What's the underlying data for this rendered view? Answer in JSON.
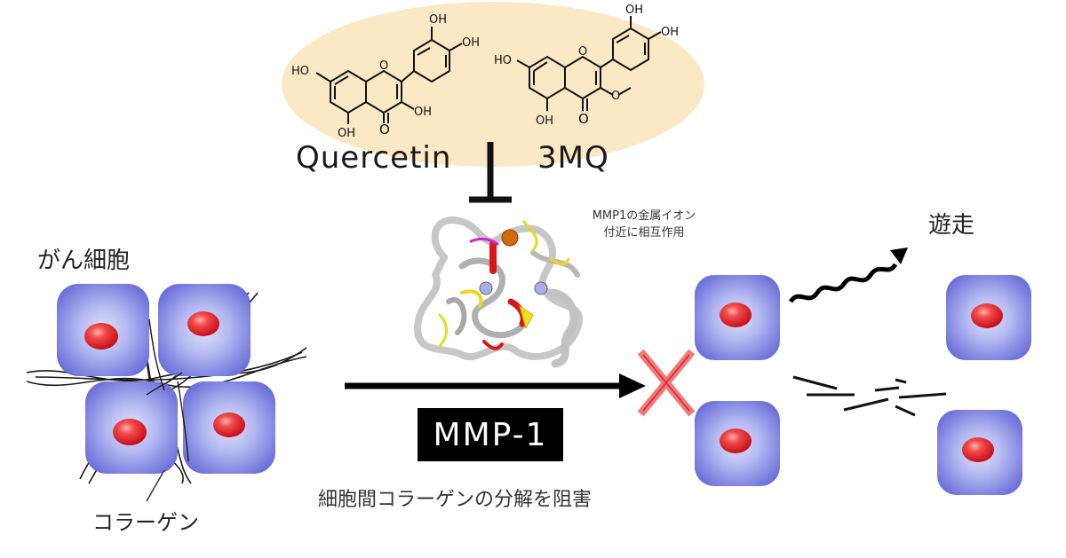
{
  "molecules": [
    {
      "name": "Quercetin",
      "oh_labels": [
        "OH",
        "OH",
        "HO",
        "OH",
        "OH"
      ]
    },
    {
      "name": "3MQ",
      "oh_labels": [
        "OH",
        "OH",
        "HO",
        "OH"
      ]
    }
  ],
  "labels": {
    "cancer_cells": "がん細胞",
    "collagen": "コラーゲン",
    "migration": "遊走",
    "mmp_note_line1": "MMP1の金属イオン",
    "mmp_note_line2": "付近に相互作用",
    "mmp_box": "MMP-1",
    "caption": "細胞間コラーゲンの分解を阻害"
  },
  "colors": {
    "ellipse": "#f8e6c0",
    "cell_outer": "#7b7ee0",
    "cell_inner": "#c8cdf3",
    "nucleus": "#e8202a",
    "cross": "#f07070",
    "protein_gray": "#bdbdbd",
    "helix_red": "#d11",
    "sheet_yellow": "#f2e01c"
  }
}
